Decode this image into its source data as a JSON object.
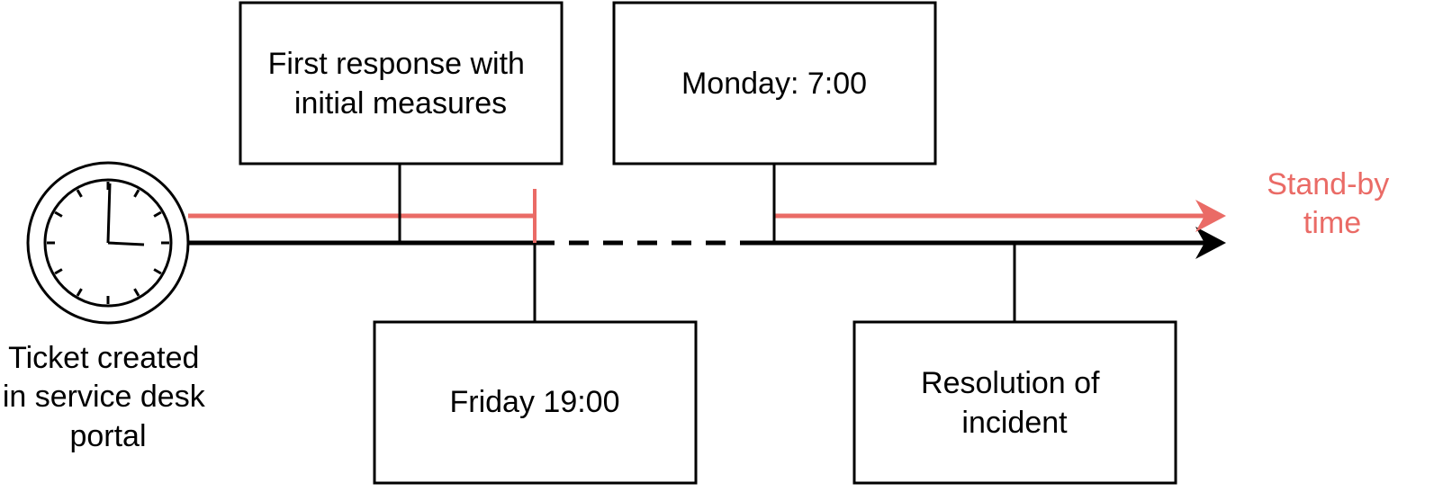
{
  "colors": {
    "ink": "#000000",
    "standby": "#ea6b66",
    "background": "#ffffff"
  },
  "clock": {
    "icon": "clock-icon",
    "caption": [
      "Ticket created",
      "in service desk",
      "portal"
    ]
  },
  "boxes": {
    "first_response": [
      "First response with",
      "initial measures"
    ],
    "monday": [
      "Monday: 7:00"
    ],
    "friday": [
      "Friday 19:00"
    ],
    "resolution": [
      "Resolution of",
      "incident"
    ]
  },
  "standby_label": [
    "Stand-by",
    "time"
  ]
}
